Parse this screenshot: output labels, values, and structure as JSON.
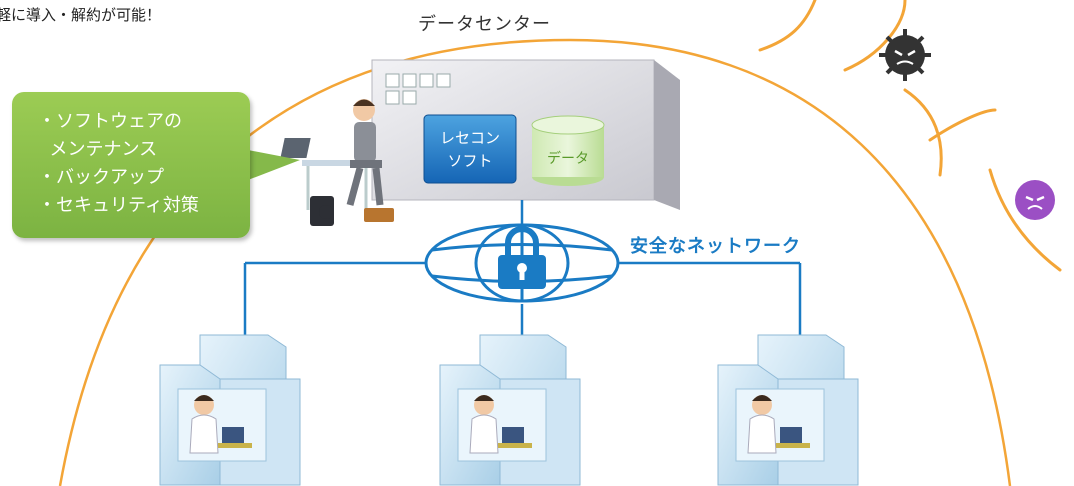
{
  "intro_text": "軽に導入・解約が可能！",
  "data_center": {
    "title": "データセンター",
    "software_label_line1": "レセコン",
    "software_label_line2": "ソフト",
    "database_label": "データ"
  },
  "callout": {
    "items": [
      "・ソフトウェアの",
      "  メンテナンス",
      "・バックアップ",
      "・セキュリティ対策"
    ]
  },
  "network": {
    "label": "安全なネットワーク"
  },
  "colors": {
    "network_blue": "#1a7bc4",
    "callout_green": "#8dc04b",
    "arc_orange": "#f3a537",
    "threat_dark": "#333333",
    "threat_purple": "#9b4fc4"
  },
  "clinics": [
    {
      "id": "clinic-1"
    },
    {
      "id": "clinic-2"
    },
    {
      "id": "clinic-3"
    }
  ]
}
